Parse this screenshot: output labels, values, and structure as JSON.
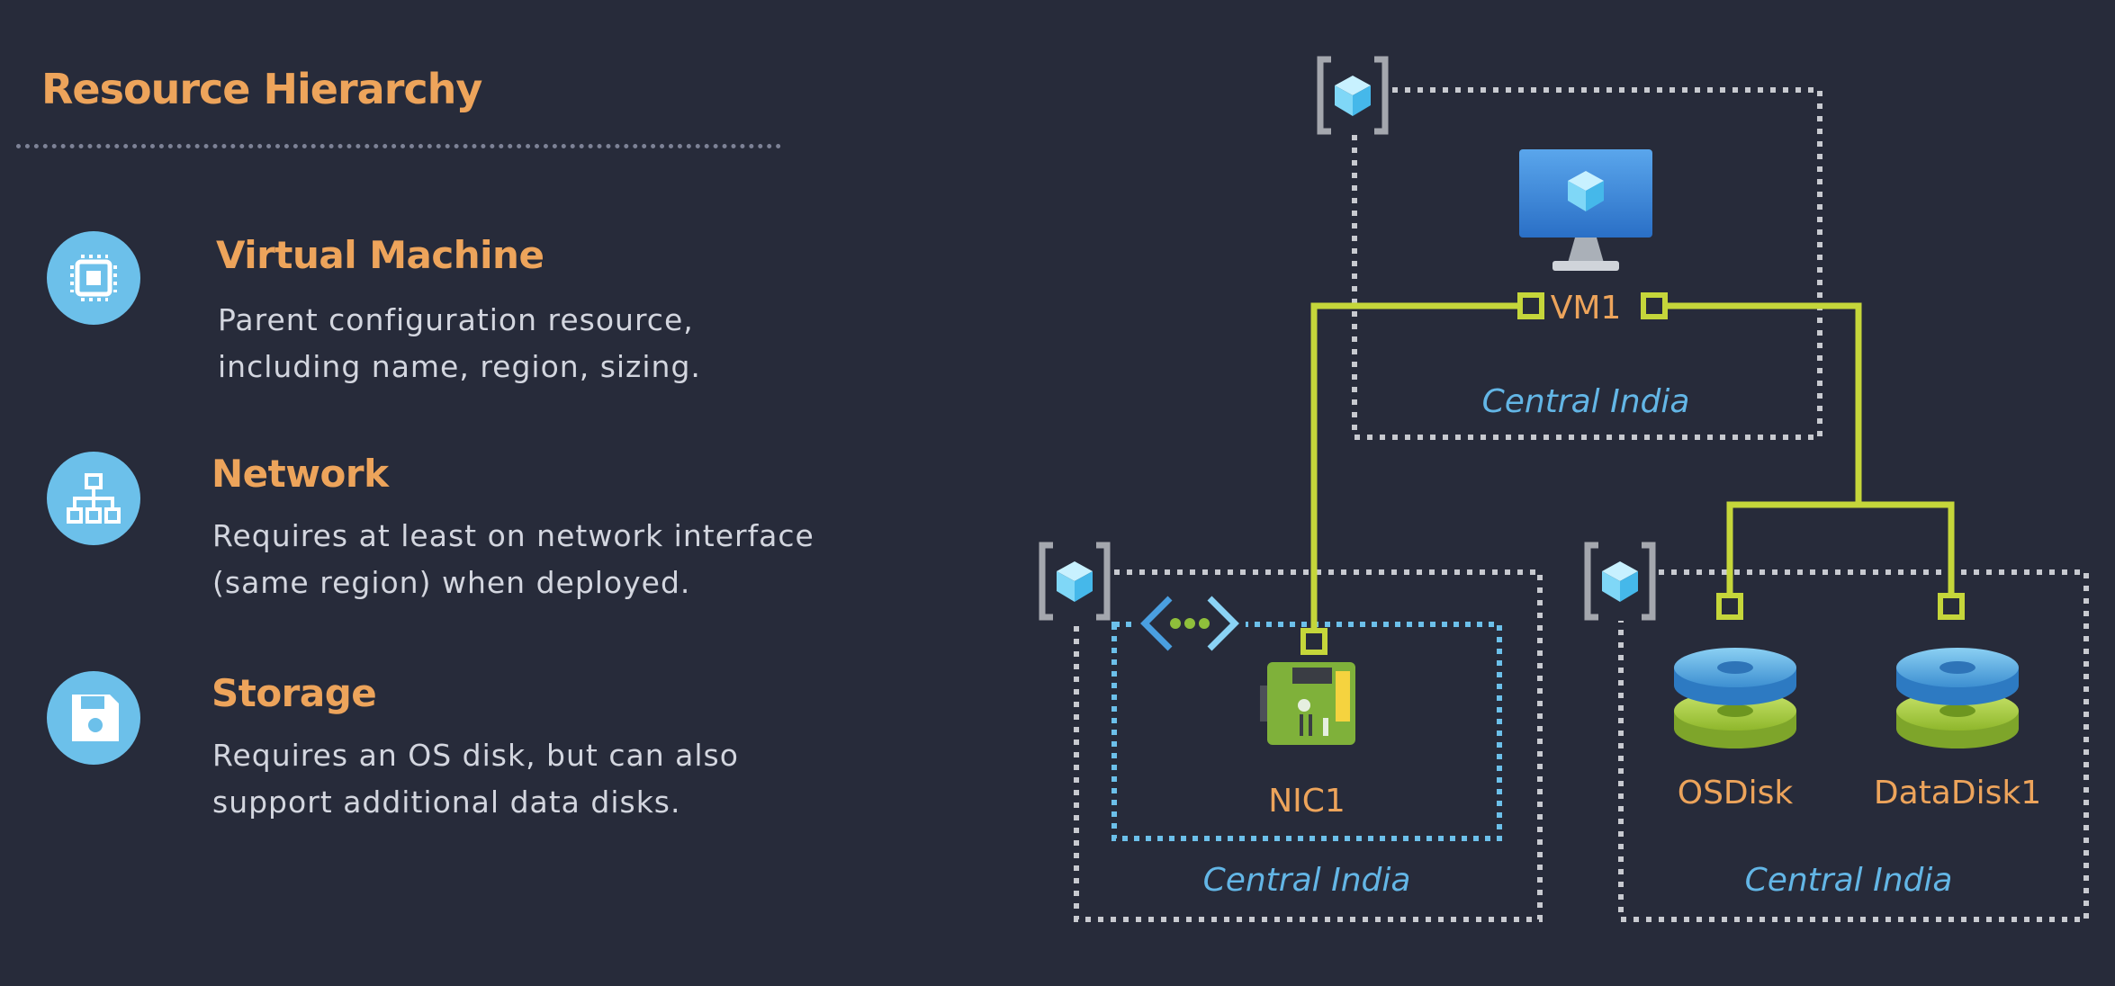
{
  "header": {
    "title": "Resource Hierarchy"
  },
  "items": [
    {
      "icon": "cpu-chip-icon",
      "title": "Virtual Machine",
      "description": "Parent configuration resource,\nincluding name, region, sizing."
    },
    {
      "icon": "network-hierarchy-icon",
      "title": "Network",
      "description": "Requires at least on network interface\n(same region) when deployed."
    },
    {
      "icon": "floppy-disk-icon",
      "title": "Storage",
      "description": "Requires an OS disk, but can also\nsupport additional data disks."
    }
  ],
  "diagram": {
    "vm": {
      "label": "VM1",
      "region": "Central India",
      "icon": "monitor-vm-icon"
    },
    "nic": {
      "label": "NIC1",
      "region": "Central India",
      "icon": "network-card-icon"
    },
    "disks": {
      "region": "Central India",
      "os_disk": {
        "label": "OSDisk",
        "icon": "disk-icon"
      },
      "data_disk": {
        "label": "DataDisk1",
        "icon": "disk-icon"
      }
    },
    "resource_group_icon": "resource-group-icon",
    "vnet_icon": "virtual-network-icon",
    "colors": {
      "accent_orange": "#eda45b",
      "connector_green": "#c5d63a",
      "region_blue": "#63b6e6",
      "boundary_gray": "#c8cad0",
      "vnet_blue": "#6cc0ea",
      "background": "#272b3a"
    }
  }
}
